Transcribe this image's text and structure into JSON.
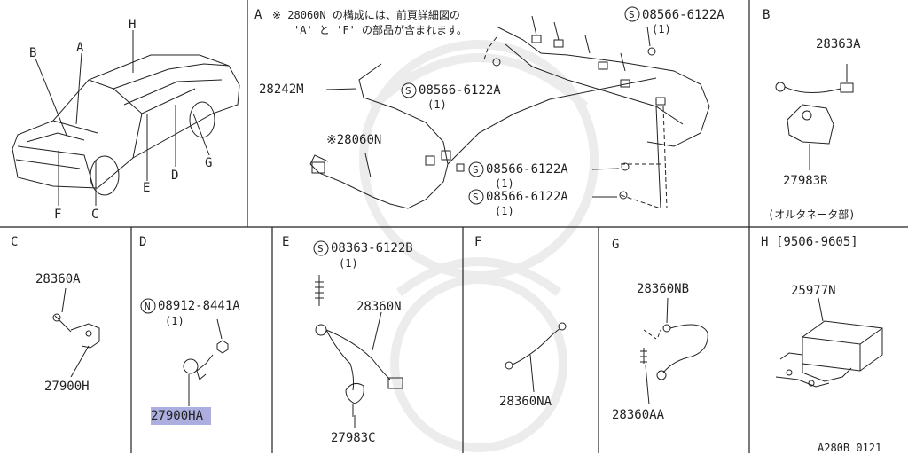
{
  "panels": {
    "A": {
      "letter": "A",
      "note_line1": "※ 28060N の構成には、前頁詳細図の",
      "note_line2": "'A' と 'F' の部品が含まれます。",
      "screw_top": "08566-6122A",
      "qty_top": "(1)",
      "harness_upper": "28242M",
      "screw_mid": "08566-6122A",
      "qty_mid": "(1)",
      "harness_lower": "※28060N",
      "screw_r1": "08566-6122A",
      "qty_r1": "(1)",
      "screw_r2": "08566-6122A",
      "qty_r2": "(1)"
    },
    "B": {
      "letter": "B",
      "part_top": "28363A",
      "part_bottom": "27983R",
      "caption": "(オルタネータ部)"
    },
    "C": {
      "letter": "C",
      "part_top": "28360A",
      "part_bottom": "27900H"
    },
    "D": {
      "letter": "D",
      "nut_part": "08912-8441A",
      "qty": "(1)",
      "part_bottom": "27900HA"
    },
    "E": {
      "letter": "E",
      "screw_part": "08363-6122B",
      "qty": "(1)",
      "harness": "28360N",
      "part_bottom": "27983C"
    },
    "F": {
      "letter": "F",
      "part": "28360NA"
    },
    "G": {
      "letter": "G",
      "part_top": "28360NB",
      "part_bottom": "28360AA"
    },
    "H": {
      "letter": "H",
      "range": "[9506-9605]",
      "part": "25977N"
    }
  },
  "car_callouts": [
    "A",
    "B",
    "H",
    "C",
    "D",
    "E",
    "F",
    "G"
  ],
  "symbols": {
    "screw": "S",
    "nut": "N"
  },
  "footer_code": "A280B 0121",
  "colors": {
    "line": "#222222",
    "highlight": "#8f93d4"
  }
}
